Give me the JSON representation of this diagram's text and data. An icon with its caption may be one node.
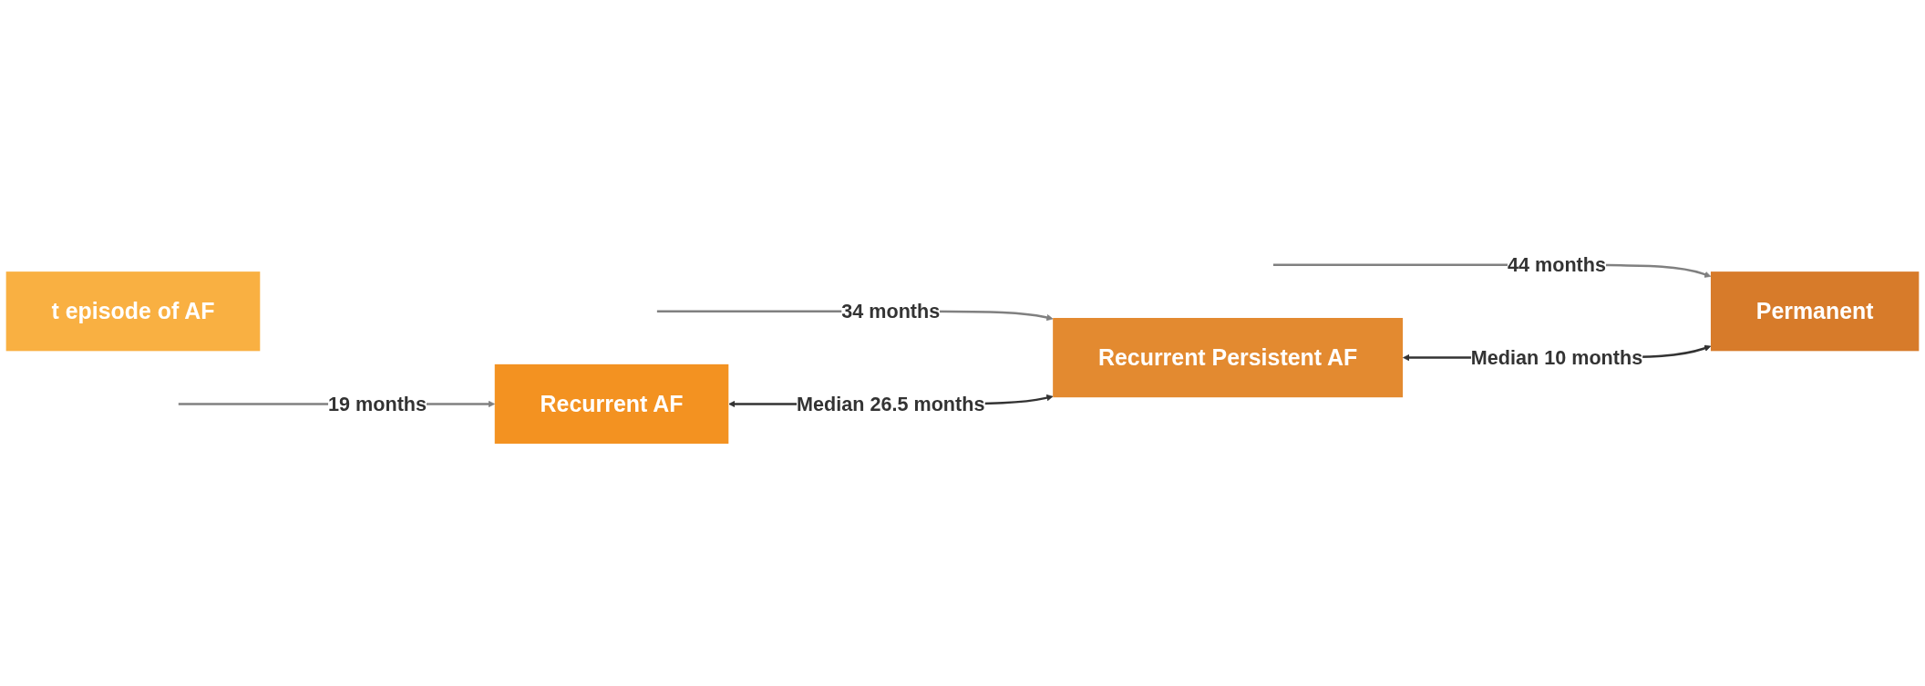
{
  "diagram": {
    "nodes": [
      {
        "text": [
          "t episode of AF"
        ]
      },
      {
        "text": [
          "Recurrent AF"
        ]
      },
      {
        "text": [
          "Recurrent Persistent AF"
        ]
      },
      {
        "text": [
          "Permanent"
        ]
      }
    ],
    "edges": [
      {
        "from": null,
        "to": 1,
        "arrow": "to",
        "label": "19 months"
      },
      {
        "from": null,
        "to": 2,
        "arrow": "to",
        "label": "34 months"
      },
      {
        "from": null,
        "to": 3,
        "arrow": "to",
        "label": "44 months"
      },
      {
        "from": 1,
        "to": 2,
        "arrow": "both",
        "label": "Median 26.5 months",
        "color": "#333333"
      },
      {
        "from": 2,
        "to": 3,
        "arrow": "both",
        "label": "Median 10 months",
        "color": "#333333"
      }
    ]
  }
}
